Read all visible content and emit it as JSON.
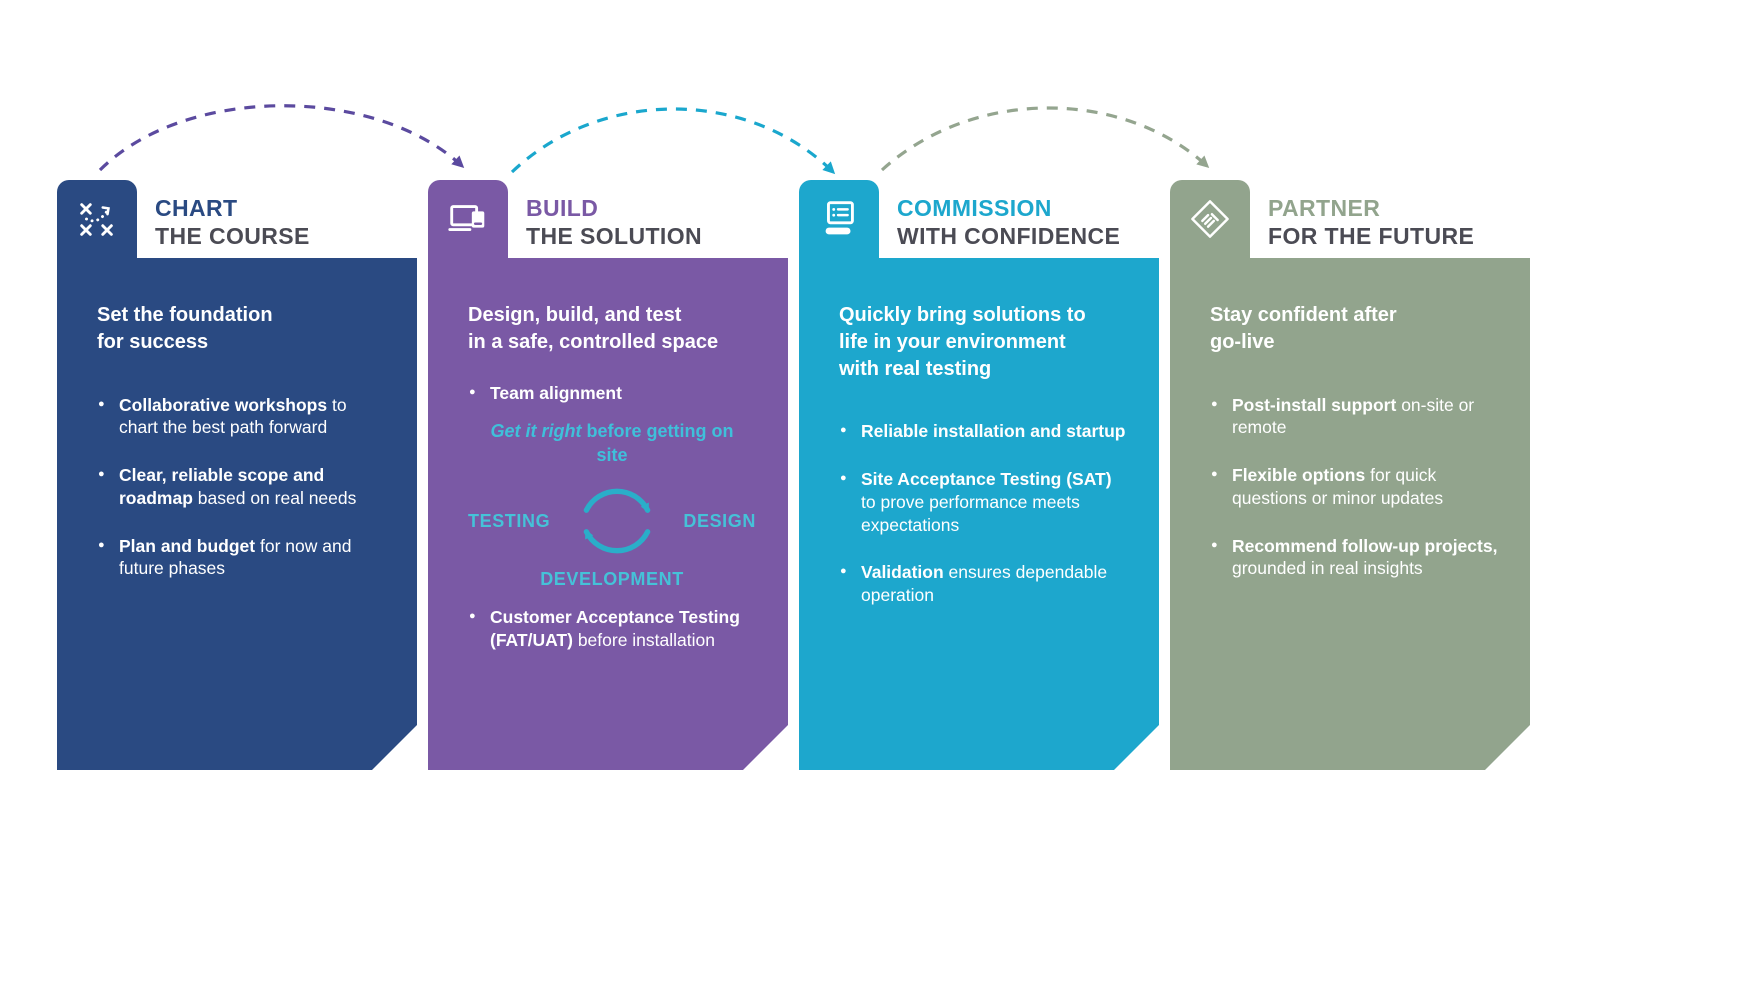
{
  "meta": {
    "title_secondary_color": "#4b4b54",
    "background": "#ffffff"
  },
  "arrows": [
    {
      "name": "arc-chart-to-build",
      "color": "#5b4a9f"
    },
    {
      "name": "arc-build-to-commission",
      "color": "#1aa7cd"
    },
    {
      "name": "arc-commission-to-partner",
      "color": "#94a58f"
    }
  ],
  "phases": [
    {
      "name": "chart-the-course",
      "color": "#2a4a82",
      "icon": "strategy-icon",
      "title_line1": "CHART",
      "title_line2": "THE COURSE",
      "heading_lines": [
        "Set the foundation",
        "for success"
      ],
      "bullets": [
        {
          "bold": "Collaborative workshops",
          "rest": "to chart the best path forward"
        },
        {
          "bold": "Clear, reliable scope and roadmap",
          "rest": "based on real needs"
        },
        {
          "bold": "Plan and budget",
          "rest": "for now and future phases"
        }
      ]
    },
    {
      "name": "build-the-solution",
      "color": "#7a59a5",
      "icon": "build-icon",
      "title_line1": "BUILD",
      "title_line2": "THE SOLUTION",
      "heading_lines": [
        "Design, build, and test",
        "in a safe, controlled space"
      ],
      "bullet_top": {
        "bold": "Team alignment",
        "rest": ""
      },
      "callout": {
        "italic": "Get it right",
        "rest": "before getting on site",
        "color": "#3fc0da"
      },
      "cycle": {
        "labels": [
          "TESTING",
          "DESIGN",
          "DEVELOPMENT"
        ],
        "arrow_color": "#2aaec9",
        "label_color": "#45c2d8"
      },
      "bullet_bottom": {
        "bold": "Customer Acceptance Testing (FAT/UAT)",
        "rest": "before installation"
      }
    },
    {
      "name": "commission-with-confidence",
      "color": "#1da7cd",
      "icon": "commission-icon",
      "title_line1": "COMMISSION",
      "title_line2": "WITH CONFIDENCE",
      "heading_lines": [
        "Quickly bring solutions to",
        "life in your environment",
        "with real testing"
      ],
      "bullets": [
        {
          "bold": "Reliable installation and startup",
          "rest": ""
        },
        {
          "bold": "Site Acceptance Testing (SAT)",
          "rest": "to prove performance meets expectations"
        },
        {
          "bold": "Validation",
          "rest": "ensures dependable operation"
        }
      ]
    },
    {
      "name": "partner-for-the-future",
      "color": "#92a48d",
      "icon": "handshake-icon",
      "title_line1": "PARTNER",
      "title_line2": "FOR THE FUTURE",
      "heading_lines": [
        "Stay confident after",
        "go-live"
      ],
      "bullets": [
        {
          "bold": "Post-install support",
          "rest": "on-site or remote"
        },
        {
          "bold": "Flexible options",
          "rest": "for quick questions or minor updates"
        },
        {
          "bold": "Recommend follow-up projects,",
          "rest": "grounded in real insights"
        }
      ]
    }
  ]
}
